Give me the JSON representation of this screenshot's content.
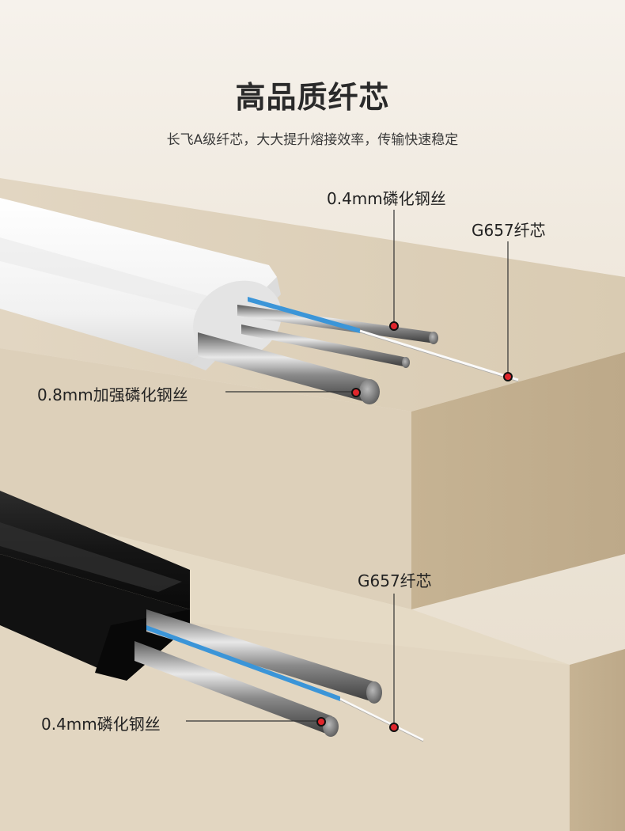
{
  "header": {
    "title": "高品质纤芯",
    "subtitle": "长飞A级纤芯，大大提升熔接效率，传输快速稳定"
  },
  "callouts": {
    "top_steel_wire": "0.4mm磷化钢丝",
    "top_fiber": "G657纤芯",
    "top_strength_wire": "0.8mm加强磷化钢丝",
    "bottom_fiber": "G657纤芯",
    "bottom_steel_wire": "0.4mm磷化钢丝"
  },
  "colors": {
    "background": "#efe8dc",
    "step": "#d8c9b0",
    "white_cable": "#f7f7f7",
    "black_cable": "#1b1b1b",
    "fiber_blue": "#3b95d8",
    "marker_red": "#e0262c"
  }
}
